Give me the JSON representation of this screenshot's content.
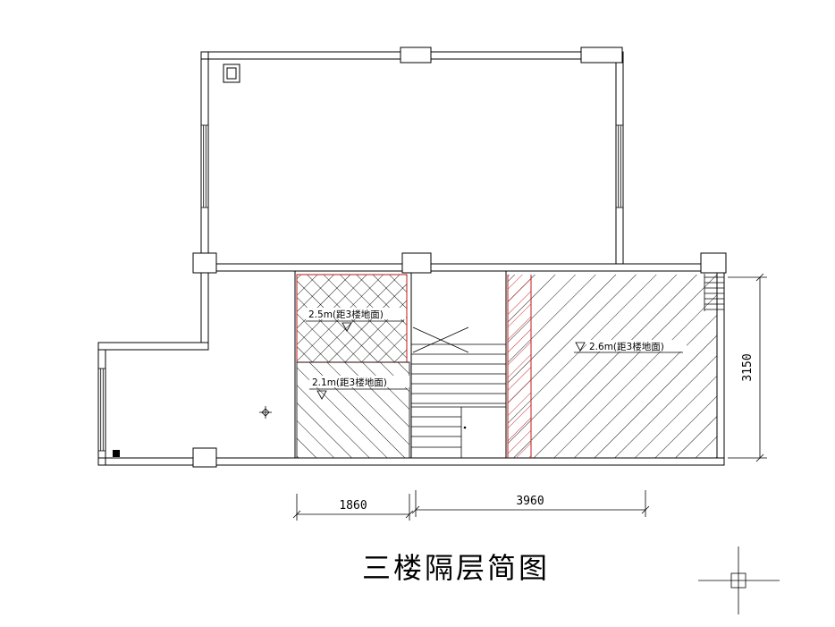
{
  "drawing": {
    "title": "三楼隔层简图",
    "elevation_labels": {
      "upper_left_area": "2.5m(距3楼地面)",
      "lower_left_area": "2.1m(距3楼地面)",
      "right_area": "2.6m(距3楼地面)"
    },
    "dimensions": {
      "width_left": "1860",
      "width_right": "3960",
      "height_right": "3150"
    },
    "colors": {
      "line_black": "#000000",
      "highlight_red": "#c01818",
      "background": "#ffffff"
    },
    "icons": {
      "crosshair_cursor": "cad-crosshair-cursor",
      "room_center_marker": "center-point-marker",
      "elevation_marker": "elevation-triangle-marker",
      "corner_block_marker": "filled-corner-square"
    }
  }
}
